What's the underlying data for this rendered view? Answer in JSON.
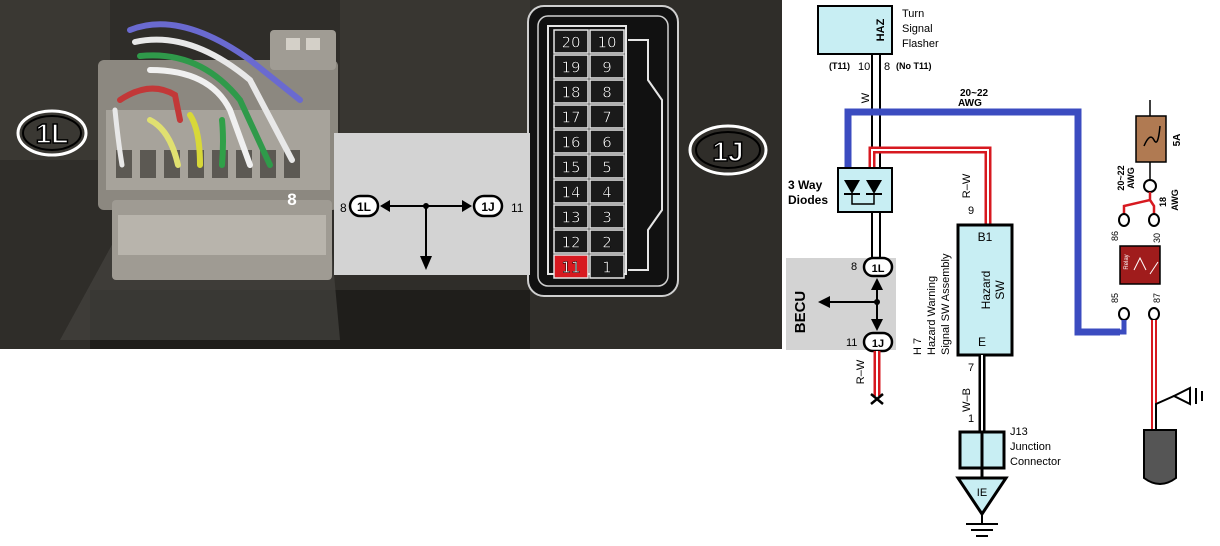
{
  "photo": {
    "connector_left_label": "1L",
    "connector_right_label": "1J",
    "pin_callout": "8"
  },
  "connector_1J_pins": {
    "rows": [
      [
        "20",
        "10"
      ],
      [
        "19",
        "9"
      ],
      [
        "18",
        "8"
      ],
      [
        "17",
        "7"
      ],
      [
        "16",
        "6"
      ],
      [
        "15",
        "5"
      ],
      [
        "14",
        "4"
      ],
      [
        "13",
        "3"
      ],
      [
        "12",
        "2"
      ],
      [
        "11",
        "1"
      ]
    ],
    "highlight_pin": "11",
    "highlight_color": "#d71920"
  },
  "inset": {
    "left_pin": "8",
    "left_connector": "1L",
    "right_connector": "1J",
    "right_pin": "11"
  },
  "schematic": {
    "flasher": {
      "tag": "HAZ",
      "label_line1": "Turn",
      "label_line2": "Signal",
      "label_line3": "Flasher",
      "pin_left_note": "(T11)",
      "pin_left": "10",
      "pin_right": "8",
      "pin_right_note": "(No T11)"
    },
    "wire_w": "W",
    "awg_top": "20~22",
    "awg_top_unit": "AWG",
    "diodes_label_line1": "3 Way",
    "diodes_label_line2": "Diodes",
    "wire_rw_top": "R–W",
    "pin_9": "9",
    "becu": {
      "label": "BECU",
      "pin_top": "8",
      "conn_top": "1L",
      "pin_bottom": "11",
      "conn_bottom": "1J"
    },
    "wire_rw_bottom": "R–W",
    "hazard_sw": {
      "pin_b1": "B1",
      "name_line1": "Hazard",
      "name_line2": "SW",
      "pin_e": "E",
      "assembly_line1": "H 7",
      "assembly_line2": "Hazard Warning",
      "assembly_line3": "Signal SW Assembly"
    },
    "pin_7": "7",
    "wire_wb": "W–B",
    "pin_1": "1",
    "junction": {
      "line1": "J13",
      "line2": "Junction",
      "line3": "Connector",
      "ground_tag": "IE"
    },
    "relay": {
      "fuse_rating": "5A",
      "awg_left": "20~22",
      "awg_left_unit": "AWG",
      "awg_right": "18",
      "awg_right_unit": "AWG",
      "pin_86": "86",
      "pin_30": "30",
      "pin_85": "85",
      "pin_87": "87",
      "name": "Relay"
    }
  },
  "colors": {
    "blue_wire": "#3b4cc0",
    "red_wire": "#d71920",
    "component_fill": "#c8eef3",
    "relay_fill": "#a01c1c",
    "fuse_fill": "#b07a52",
    "inset_bg": "#d3d3d3"
  }
}
